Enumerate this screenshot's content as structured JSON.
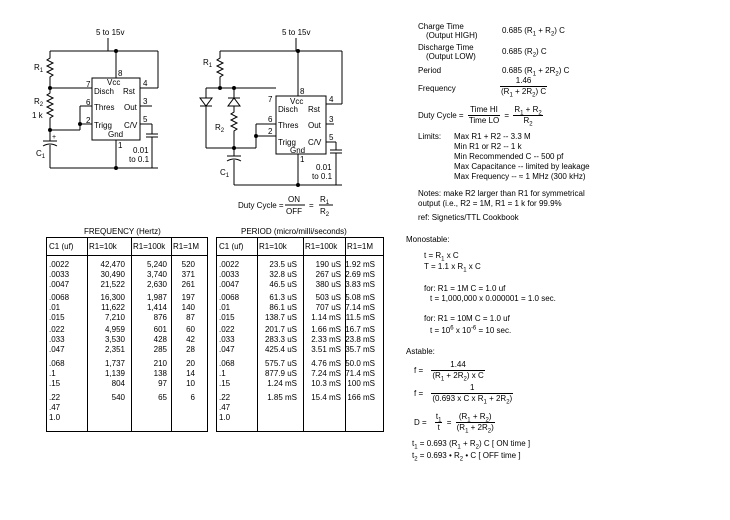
{
  "circuit_left": {
    "supply": "5 to 15v",
    "r1": "R",
    "r1_sub": "1",
    "r2": "R",
    "r2_sub": "2",
    "r2_value": "1 k",
    "c1": "C",
    "c1_sub": "1",
    "pin8": "8",
    "pin7": "7",
    "pin6": "6",
    "pin2": "2",
    "pin1": "1",
    "pin4": "4",
    "pin3": "3",
    "pin5": "5",
    "vcc": "Vcc",
    "disch": "Disch",
    "rst": "Rst",
    "thres": "Thres",
    "out": "Out",
    "trigg": "Trigg",
    "cv": "C/V",
    "gnd": "Gnd",
    "cap_value1": "0.01",
    "cap_value2": "to 0.1",
    "plus": "+"
  },
  "circuit_right": {
    "supply": "5 to 15v",
    "r1": "R",
    "r1_sub": "1",
    "r2": "R",
    "r2_sub": "2",
    "c1": "C",
    "c1_sub": "1",
    "pin8": "8",
    "pin7": "7",
    "pin6": "6",
    "pin2": "2",
    "pin1": "1",
    "pin4": "4",
    "pin3": "3",
    "pin5": "5",
    "vcc": "Vcc",
    "disch": "Disch",
    "rst": "Rst",
    "thres": "Thres",
    "out": "Out",
    "trigg": "Trigg",
    "cv": "C/V",
    "gnd": "Gnd",
    "cap_value1": "0.01",
    "cap_value2": "to 0.1",
    "duty_label": "Duty Cycle =",
    "duty_num_on": "ON",
    "duty_den_off": "OFF",
    "duty_eq": "=",
    "duty_num_r1": "R",
    "duty_num_r1_sub": "1",
    "duty_den_r2": "R",
    "duty_den_r2_sub": "2"
  },
  "formulas": {
    "charge_time_label": "Charge Time",
    "charge_time_sub": "(Output HIGH)",
    "charge_time_value": "0.685 (R",
    "charge_time_value_tail": " + R",
    "charge_time_value_end": ") C",
    "discharge_time_label": "Discharge Time",
    "discharge_time_sub": "(Output LOW)",
    "discharge_time_value": "0.685 (R",
    "discharge_time_value_end": ") C",
    "period_label": "Period",
    "period_value": "0.685 (R",
    "period_value_mid": " + 2R",
    "period_value_end": ") C",
    "frequency_label": "Frequency",
    "frequency_num": "1.46",
    "frequency_den": "(R",
    "frequency_den_mid": " + 2R",
    "frequency_den_end": ") C",
    "duty_label": "Duty Cycle =",
    "duty_num1": "Time HI",
    "duty_den1": "Time LO",
    "duty_eq": "=",
    "duty_num2": "R",
    "duty_num2_mid": " + R",
    "duty_den2": "R",
    "sub1": "1",
    "sub2": "2"
  },
  "limits": {
    "label": "Limits:",
    "items": [
      "Max R1 + R2  -- 3.3 M",
      "Min R1 or R2  -- 1 k",
      "Min Recommended C -- 500 pf",
      "Max Capacitance -- limited by leakage",
      "Max Frequency -- ≈ 1 MHz (300 kHz)"
    ]
  },
  "notes": {
    "line1": "Notes: make R2 larger than R1 for symmetrical",
    "line2": "output (i.e.,   R2 = 1M, R1 = 1 k for 99.9%",
    "ref": "ref: Signetics/TTL Cookbook"
  },
  "monostable": {
    "title": "Monostable:",
    "eq1_a": "t  =  R",
    "eq1_b": " x C",
    "eq2_a": "T = 1.1 x R",
    "eq2_b": " x C",
    "ex1_a": "for:  R1 = 1M   C = 1.0 uf",
    "ex1_b": "t = 1,000,000 x 0.000001  = 1.0 sec.",
    "ex2_a": "for:  R1 = 10M   C = 1.0 uf",
    "ex2_b_pre": "t = 10",
    "ex2_b_exp1": "6",
    "ex2_b_mid": " x 10",
    "ex2_b_exp2": "-6",
    "ex2_b_end": " = 10 sec.",
    "sub1": "1"
  },
  "astable": {
    "title": "Astable:",
    "f1_lhs": "f  =",
    "f1_num": "1.44",
    "f1_den": "(R",
    "f1_den_mid": " + 2R",
    "f1_den_end": ") x C",
    "f2_lhs": "f  =",
    "f2_num": "1",
    "f2_den": "(0.693 x C x R",
    "f2_den_mid": " + 2R",
    "f2_den_end": ")",
    "d_lhs": "D  =",
    "d_num1": "t",
    "d_den1": "t",
    "d_eq": "=",
    "d_num2": "(R",
    "d_num2_mid": " + R",
    "d_num2_end": ")",
    "d_den2": "(R",
    "d_den2_mid": " + 2R",
    "d_den2_end": ")",
    "t1_a": "t",
    "t1_b": " = 0.693 (R",
    "t1_c": " + R",
    "t1_d": ") C    [ ON time ]",
    "t2_a": "t",
    "t2_b": " = 0.693 • R",
    "t2_c": " • C        [ OFF time ]",
    "sub1": "1",
    "sub2": "2"
  },
  "freq_table": {
    "title": "FREQUENCY  (Hertz)",
    "headers": [
      "C1  (uf)",
      "R1=10k",
      "R1=100k",
      "R1=1M"
    ],
    "groups": [
      {
        "c": [
          ".0022",
          ".0033",
          ".0047"
        ],
        "r10k": [
          "42,470",
          "30,490",
          "21,522"
        ],
        "r100k": [
          "5,240",
          "3,740",
          "2,630"
        ],
        "r1m": [
          "520",
          "371",
          "261"
        ]
      },
      {
        "c": [
          ".0068",
          ".01",
          ".015"
        ],
        "r10k": [
          "16,300",
          "11,622",
          "7,210"
        ],
        "r100k": [
          "1,987",
          "1,414",
          "876"
        ],
        "r1m": [
          "197",
          "140",
          "87"
        ]
      },
      {
        "c": [
          ".022",
          ".033",
          ".047"
        ],
        "r10k": [
          "4,959",
          "3,530",
          "2,351"
        ],
        "r100k": [
          "601",
          "428",
          "285"
        ],
        "r1m": [
          "60",
          "42",
          "28"
        ]
      },
      {
        "c": [
          ".068",
          ".1",
          ".15"
        ],
        "r10k": [
          "1,737",
          "1,139",
          "804"
        ],
        "r100k": [
          "210",
          "138",
          "97"
        ],
        "r1m": [
          "20",
          "14",
          "10"
        ]
      },
      {
        "c": [
          ".22",
          ".47",
          "1.0"
        ],
        "r10k": [
          "540",
          "",
          ""
        ],
        "r100k": [
          "65",
          "",
          ""
        ],
        "r1m": [
          "6",
          "",
          ""
        ]
      }
    ]
  },
  "period_table": {
    "title": "PERIOD (micro/milli/seconds)",
    "headers": [
      "C1  (uf)",
      "R1=10k",
      "R1=100k",
      "R1=1M"
    ],
    "groups": [
      {
        "c": [
          ".0022",
          ".0033",
          ".0047"
        ],
        "r10k": [
          "23.5 uS",
          "32.8 uS",
          "46.5 uS"
        ],
        "r100k": [
          "190 uS",
          "267 uS",
          "380 uS"
        ],
        "r1m": [
          "1.92 mS",
          "2.69 mS",
          "3.83 mS"
        ]
      },
      {
        "c": [
          ".0068",
          ".01",
          ".015"
        ],
        "r10k": [
          "61.3 uS",
          "86.1 uS",
          "138.7 uS"
        ],
        "r100k": [
          "503 uS",
          "707 uS",
          "1.14 mS"
        ],
        "r1m": [
          "5.08 mS",
          "7.14 mS",
          "11.5 mS"
        ]
      },
      {
        "c": [
          ".022",
          ".033",
          ".047"
        ],
        "r10k": [
          "201.7 uS",
          "283.3 uS",
          "425.4 uS"
        ],
        "r100k": [
          "1.66 mS",
          "2.33 mS",
          "3.51 mS"
        ],
        "r1m": [
          "16.7 mS",
          "23.8 mS",
          "35.7 mS"
        ]
      },
      {
        "c": [
          ".068",
          ".1",
          ".15"
        ],
        "r10k": [
          "575.7 uS",
          "877.9 uS",
          "1.24 mS"
        ],
        "r100k": [
          "4.76 mS",
          "7.24 mS",
          "10.3 mS"
        ],
        "r1m": [
          "50.0 mS",
          "71.4 mS",
          "100 mS"
        ]
      },
      {
        "c": [
          ".22",
          ".47",
          "1.0"
        ],
        "r10k": [
          "1.85 mS",
          "",
          ""
        ],
        "r100k": [
          "15.4 mS",
          "",
          ""
        ],
        "r1m": [
          "166 mS",
          "",
          ""
        ]
      }
    ]
  }
}
